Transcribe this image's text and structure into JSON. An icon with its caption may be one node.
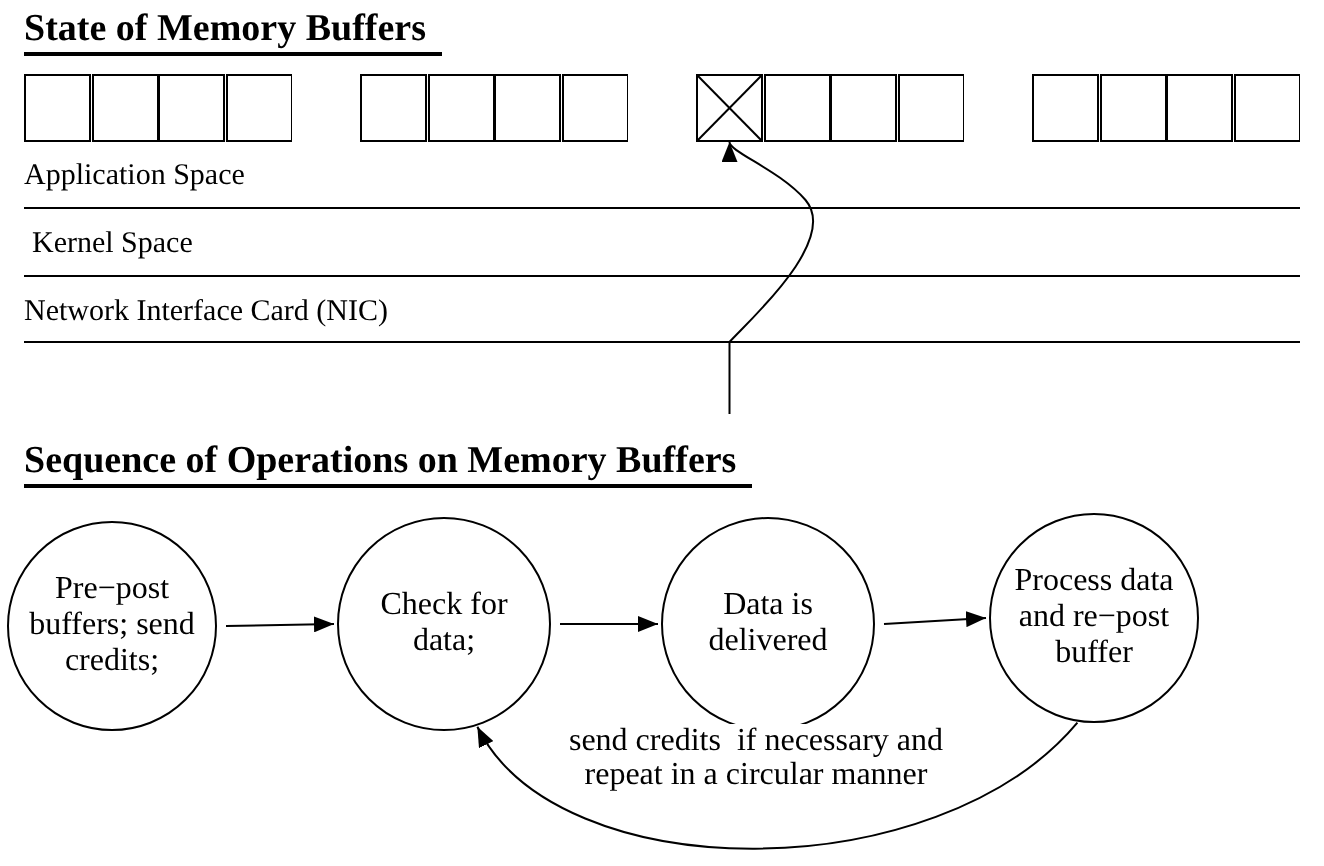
{
  "diagram": {
    "title": "State of Memory Buffers",
    "nodes": [
      {
        "text": [],
        "shape": "box"
      },
      {
        "text": [],
        "shape": "box"
      },
      {
        "text": [],
        "shape": "box"
      },
      {
        "text": [],
        "shape": "box"
      },
      {
        "text": [],
        "shape": "box"
      },
      {
        "text": [],
        "shape": "box"
      },
      {
        "text": [],
        "shape": "box"
      },
      {
        "text": [],
        "shape": "box"
      },
      {
        "text": [],
        "shape": "box"
      },
      {
        "text": [],
        "shape": "box"
      },
      {
        "text": [],
        "shape": "box"
      },
      {
        "text": [],
        "shape": "box"
      },
      {
        "text": [],
        "shape": "box"
      },
      {
        "text": [],
        "shape": "box"
      },
      {
        "text": [],
        "shape": "box"
      },
      {
        "text": [],
        "shape": "box"
      },
      {
        "text": [
          "Pre−post buffers; send credits;"
        ]
      },
      {
        "text": [
          "Check for data;"
        ]
      },
      {
        "text": [
          "Data is delivered"
        ]
      },
      {
        "text": [
          "Process data and re−post buffer"
        ]
      }
    ],
    "edges": [
      {
        "from": null,
        "to": 8,
        "arrow": "to"
      },
      {
        "from": 16,
        "to": 17,
        "arrow": "to"
      },
      {
        "from": 17,
        "to": 18,
        "arrow": "to"
      },
      {
        "from": 18,
        "to": 19,
        "arrow": "to"
      },
      {
        "from": 19,
        "to": 17,
        "arrow": "to",
        "label": "send credits  if necessary and repeat in a circular manner"
      }
    ],
    "labels": [
      "Application Space",
      "Kernel Space",
      "Network Interface Card (NIC)",
      "Sequence of Operations on Memory Buffers"
    ]
  }
}
